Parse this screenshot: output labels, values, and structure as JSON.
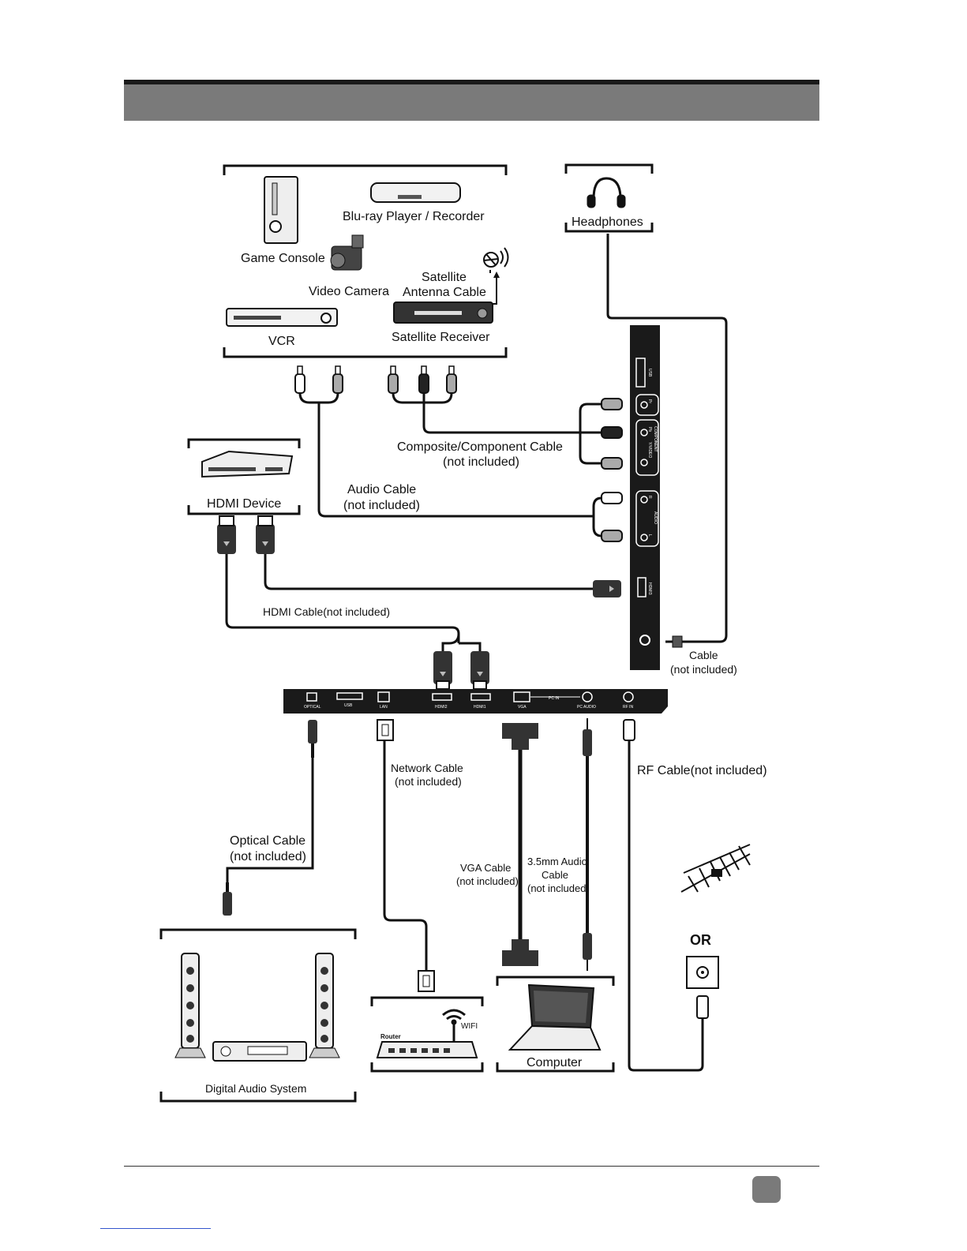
{
  "labels": {
    "bluray": "Blu-ray Player / Recorder",
    "game_console": "Game Console",
    "video_camera": "Video Camera",
    "satellite_antenna_1": "Satellite",
    "satellite_antenna_2": "Antenna Cable",
    "vcr": "VCR",
    "satellite_receiver": "Satellite Receiver",
    "headphones": "Headphones",
    "hdmi_device": "HDMI Device",
    "composite_1": "Composite/Component Cable",
    "composite_2": "(not included)",
    "audio_1": "Audio Cable",
    "audio_2": "(not included)",
    "hdmi_cable": "HDMI Cable(not included)",
    "hp_cable_1": "Cable",
    "hp_cable_2": "(not included)",
    "network_1": "Network Cable",
    "network_2": "(not included)",
    "rf_cable": "RF Cable(not included)",
    "optical_1": "Optical Cable",
    "optical_2": "(not included)",
    "vga_1": "VGA Cable",
    "vga_2": "(not included)",
    "audio35_1": "3.5mm Audio",
    "audio35_2": "Cable",
    "audio35_3": "(not included)",
    "or": "OR",
    "router": "Router",
    "wifi": "WIFI",
    "digital_audio": "Digital Audio System",
    "computer": "Computer"
  },
  "side_panel_ports": {
    "usb": "USB",
    "pr": "Pr",
    "pb": "Pb",
    "yvideo": "Y/VIDEO",
    "component": "COMPONENT",
    "r": "R",
    "l": "L",
    "audio": "AUDIO",
    "hdmi": "HDMI3"
  },
  "bottom_panel_ports": {
    "optical": "OPTICAL",
    "usb": "USB",
    "lan": "LAN",
    "hdmi2": "HDMI2",
    "hdmi1": "HDMI1",
    "vga": "VGA",
    "pcin": "PC IN",
    "pcaudio": "PC AUDIO",
    "rfin": "RF IN"
  },
  "colors": {
    "header": "#7a7a7a",
    "header_top": "#1a1a1a",
    "ink": "#111111"
  }
}
